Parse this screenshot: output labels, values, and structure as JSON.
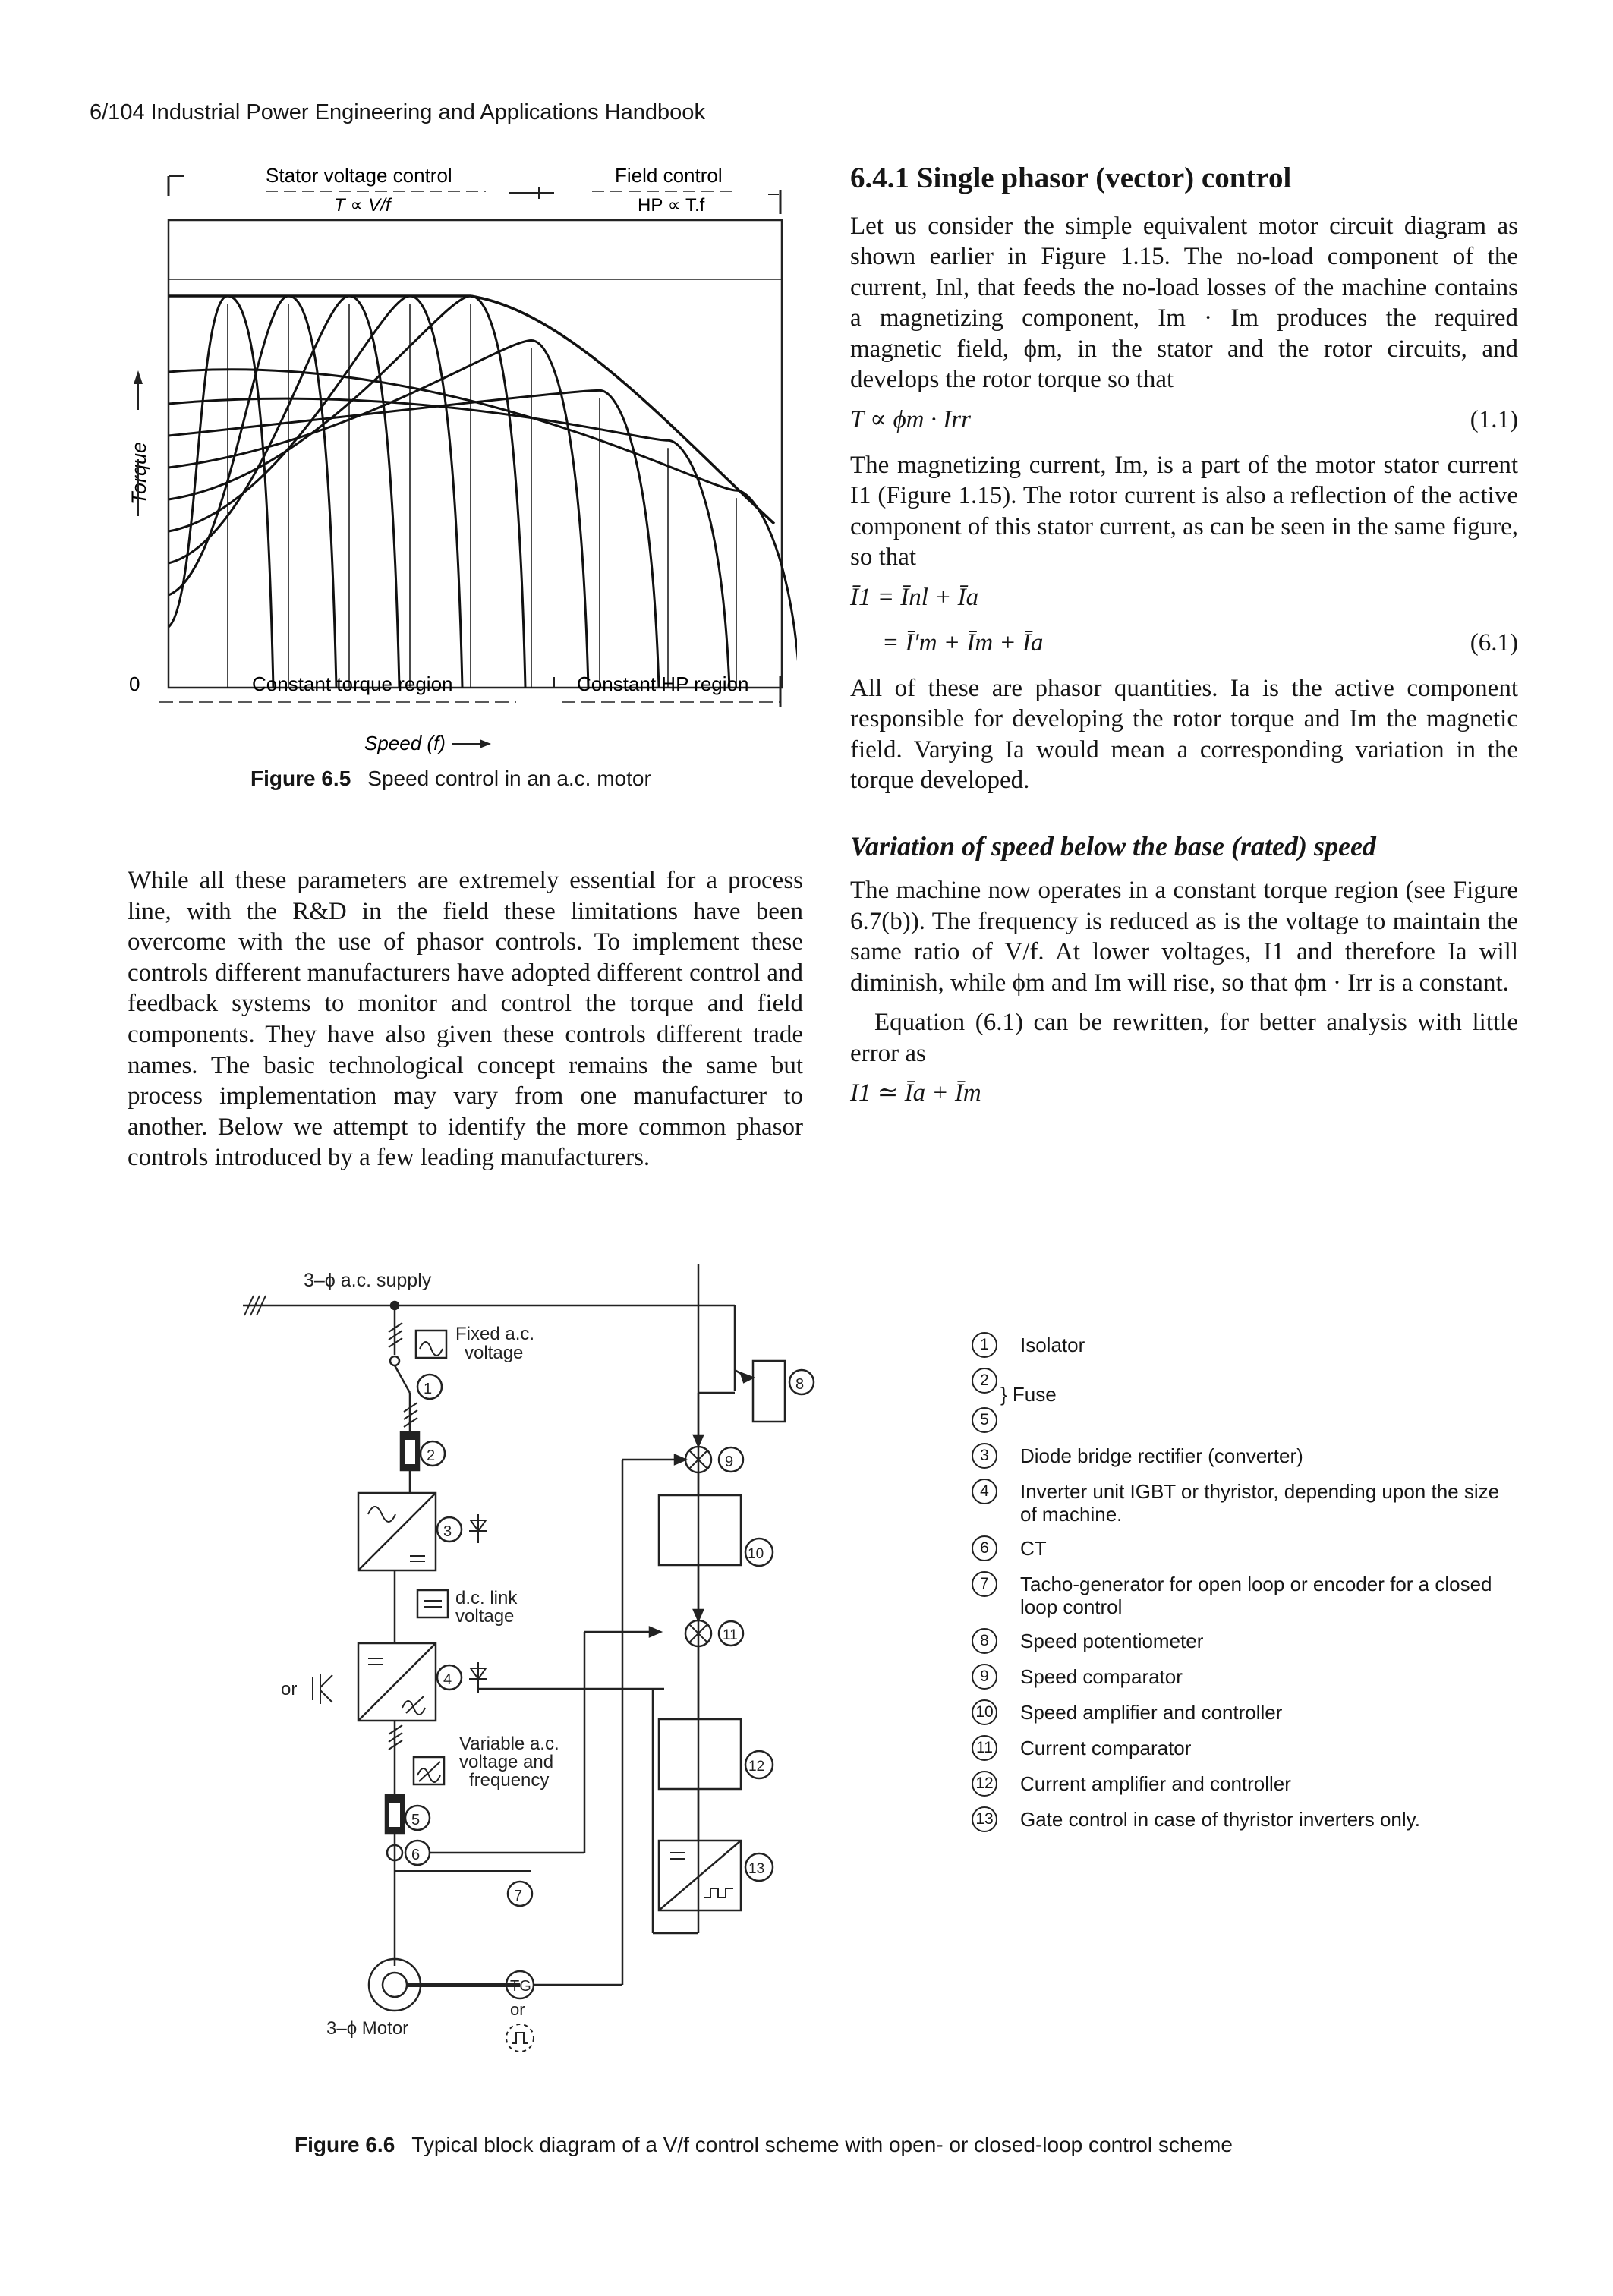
{
  "header": {
    "running_head": "6/104 Industrial Power Engineering and Applications Handbook"
  },
  "figure_6_5": {
    "top_left_label": "Stator voltage control",
    "top_left_formula": "T ∝ V/f",
    "top_right_label": "Field control",
    "top_right_formula": "HP ∝ T.f",
    "y_axis_label": "Torque",
    "origin_label": "0",
    "bottom_left_label": "Constant torque region",
    "bottom_right_label": "Constant HP region",
    "x_axis_label": "Speed (f)",
    "caption_number": "Figure 6.5",
    "caption_text": "Speed control in an a.c. motor"
  },
  "left_column": {
    "paragraph": "While all these parameters are extremely essential for a process line, with the R&D in the field these limitations have been overcome with the use of phasor controls. To implement these controls different manufacturers have adopted different control and feedback systems to monitor and control the torque and field components. They have also given these controls different trade names. The basic technological concept remains the same but process implementation may vary from one manufacturer to another. Below we attempt to identify the more common phasor controls introduced by a few leading manufacturers."
  },
  "right_column": {
    "section_title": "6.4.1 Single phasor (vector) control",
    "para1": "Let us consider the simple equivalent motor circuit diagram as shown earlier in Figure 1.15. The no-load component of the current, Inl, that feeds the no-load losses of the machine contains a magnetizing component, Im · Im produces the required magnetic field, ϕm, in the stator and the rotor circuits, and develops the rotor torque so that",
    "eq1": "T ∝ ϕm · Irr",
    "eq1_no": "(1.1)",
    "para2": "The magnetizing current, Im, is a part of the motor stator current I1 (Figure 1.15). The rotor current is also a reflection of the active component of this stator current, as can be seen in the same figure, so that",
    "eq2a": "Ī1 = Īnl + Īa",
    "eq2b": "= Ī′m + Īm + Īa",
    "eq2_no": "(6.1)",
    "para3": "All of these are phasor quantities. Ia is the active component responsible for developing the rotor torque and Im the magnetic field. Varying Ia would mean a corresponding variation in the torque developed.",
    "sub_title": "Variation of speed below the base (rated) speed",
    "para4": "The machine now operates in a constant torque region (see Figure 6.7(b)). The frequency is reduced as is the voltage to maintain the same ratio of V/f. At lower voltages, I1 and therefore Ia will diminish, while ϕm and Im will rise, so that ϕm · Irr is a constant.",
    "para5": "Equation (6.1) can be rewritten, for better analysis with little error as",
    "eq3": "I1 ≃ Īa + Īm"
  },
  "figure_6_6": {
    "supply_label": "3–ϕ a.c. supply",
    "fixed_ac_label": "Fixed a.c.",
    "fixed_ac_label2": "voltage",
    "dc_link_label": "d.c. link",
    "dc_link_label2": "voltage",
    "variable_ac_label": "Variable a.c.",
    "variable_ac_label2": "voltage and",
    "variable_ac_label3": "frequency",
    "or_label": "or",
    "tg_label": "TG",
    "or_label2": "or",
    "motor_label": "3–ϕ Motor",
    "caption_number": "Figure 6.6",
    "caption_text": "Typical block diagram of a V/f control scheme with open- or closed-loop control scheme",
    "legend": [
      {
        "nums": "1",
        "text": "Isolator"
      },
      {
        "nums": "2",
        "text": "Fuse"
      },
      {
        "nums": "5",
        "text": ""
      },
      {
        "nums": "3",
        "text": "Diode bridge rectifier (converter)"
      },
      {
        "nums": "4",
        "text": "Inverter unit IGBT or thyristor, depending upon the size of machine."
      },
      {
        "nums": "6",
        "text": "CT"
      },
      {
        "nums": "7",
        "text": "Tacho-generator for open loop or encoder for a closed loop control"
      },
      {
        "nums": "8",
        "text": "Speed potentiometer"
      },
      {
        "nums": "9",
        "text": "Speed comparator"
      },
      {
        "nums": "10",
        "text": "Speed amplifier and controller"
      },
      {
        "nums": "11",
        "text": "Current comparator"
      },
      {
        "nums": "12",
        "text": "Current amplifier and controller"
      },
      {
        "nums": "13",
        "text": "Gate control in case of thyristor inverters only."
      }
    ]
  }
}
